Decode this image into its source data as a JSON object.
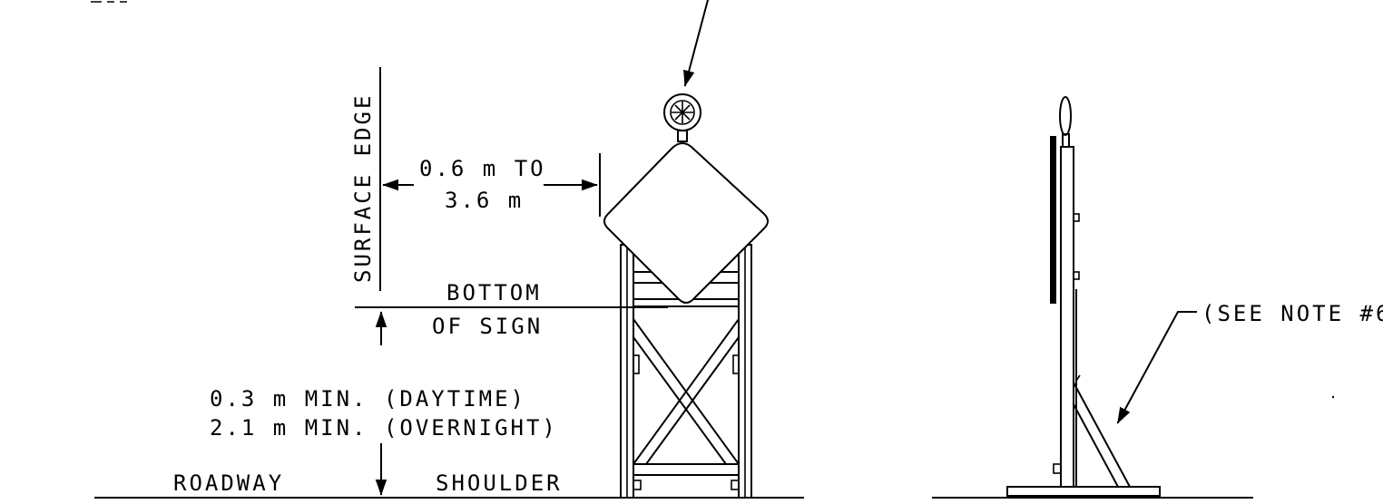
{
  "labels": {
    "surface_edge": "SURFACE EDGE",
    "offset_top": "0.6 m TO",
    "offset_bottom": "3.6 m",
    "bottom": "BOTTOM",
    "of_sign": "OF SIGN",
    "daytime": "0.3 m MIN. (DAYTIME)",
    "overnight": "2.1 m MIN. (OVERNIGHT)",
    "roadway": "ROADWAY",
    "shoulder": "SHOULDER",
    "note": "(SEE NOTE #6"
  }
}
